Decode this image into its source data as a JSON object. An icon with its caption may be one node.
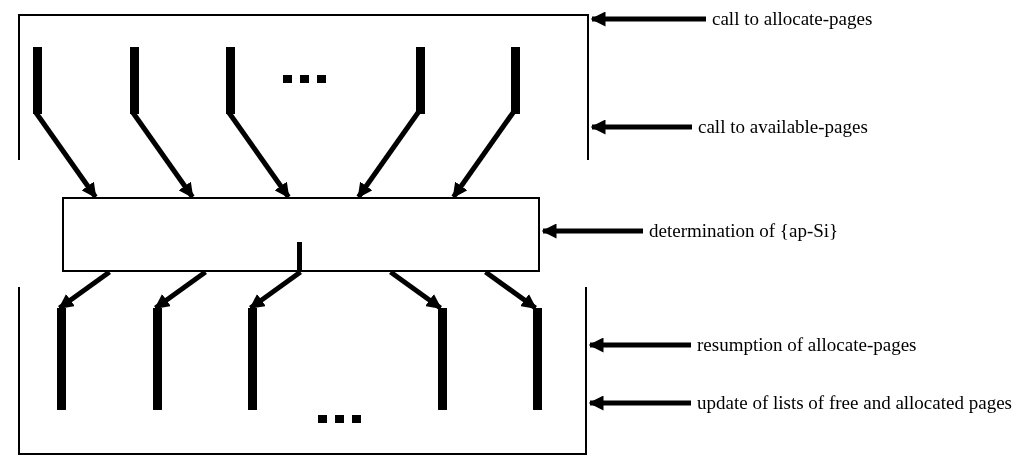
{
  "diagram": {
    "nodes": [
      {
        "text": [],
        "shape": "box"
      },
      {
        "text": [],
        "shape": "bar",
        "in": 0
      },
      {
        "text": [],
        "shape": "bar",
        "in": 0
      },
      {
        "text": [],
        "shape": "bar",
        "in": 0
      },
      {
        "text": [],
        "shape": "bar",
        "in": 0
      },
      {
        "text": [],
        "shape": "bar",
        "in": 0
      },
      {
        "text": [],
        "shape": "box"
      },
      {
        "text": [],
        "shape": "bar",
        "in": 6
      },
      {
        "text": [],
        "shape": "box"
      },
      {
        "text": [],
        "shape": "bar",
        "in": 8
      },
      {
        "text": [],
        "shape": "bar",
        "in": 8
      },
      {
        "text": [],
        "shape": "bar",
        "in": 8
      },
      {
        "text": [],
        "shape": "bar",
        "in": 8
      },
      {
        "text": [],
        "shape": "bar",
        "in": 8
      },
      {
        "text": [
          "call to allocate-pages"
        ]
      },
      {
        "text": [
          "call to available-pages"
        ]
      },
      {
        "text": [
          "determination of {ap-Si}"
        ]
      },
      {
        "text": [
          "resumption of allocate-pages"
        ]
      },
      {
        "text": [
          "update of lists of free and allocated pages"
        ]
      }
    ],
    "edges": [
      {
        "from": 1,
        "to": 6,
        "arrow": "to"
      },
      {
        "from": 2,
        "to": 6,
        "arrow": "to"
      },
      {
        "from": 3,
        "to": 6,
        "arrow": "to"
      },
      {
        "from": 4,
        "to": 6,
        "arrow": "to"
      },
      {
        "from": 5,
        "to": 6,
        "arrow": "to"
      },
      {
        "from": 6,
        "to": 9,
        "arrow": "to"
      },
      {
        "from": 6,
        "to": 10,
        "arrow": "to"
      },
      {
        "from": 6,
        "to": 11,
        "arrow": "to"
      },
      {
        "from": 6,
        "to": 12,
        "arrow": "to"
      },
      {
        "from": 6,
        "to": 13,
        "arrow": "to"
      },
      {
        "from": 14,
        "to": 0,
        "arrow": "to"
      },
      {
        "from": 15,
        "to": 0,
        "arrow": "to"
      },
      {
        "from": 16,
        "to": 6,
        "arrow": "to"
      },
      {
        "from": 17,
        "to": 8,
        "arrow": "to"
      },
      {
        "from": 18,
        "to": 8,
        "arrow": "to"
      }
    ]
  }
}
